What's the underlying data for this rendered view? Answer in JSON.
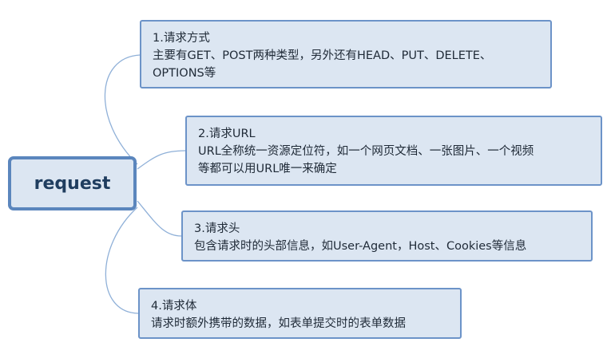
{
  "root": {
    "label": "request"
  },
  "nodes": [
    {
      "title": "1.请求方式",
      "lines": [
        "主要有GET、POST两种类型，另外还有HEAD、PUT、DELETE、",
        "OPTIONS等"
      ]
    },
    {
      "title": "2.请求URL",
      "lines": [
        "URL全称统一资源定位符，如一个网页文档、一张图片、一个视频",
        "等都可以用URL唯一来确定"
      ]
    },
    {
      "title": "3.请求头",
      "lines": [
        "包含请求时的头部信息，如User-Agent，Host、Cookies等信息"
      ]
    },
    {
      "title": "4.请求体",
      "lines": [
        "请求时额外携带的数据，如表单提交时的表单数据"
      ]
    }
  ],
  "colors": {
    "node_fill": "#dce6f2",
    "node_border": "#6c93c8",
    "root_border": "#5b86bd",
    "connector": "#8fb0d8"
  }
}
